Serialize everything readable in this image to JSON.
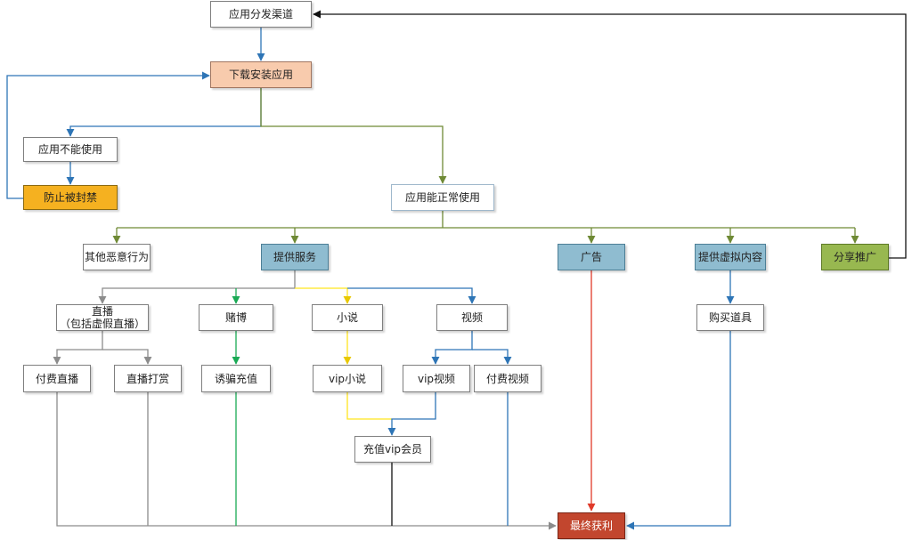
{
  "diagram": {
    "nodes": {
      "app_distribution": "应用分发渠道",
      "download_install": "下载安装应用",
      "app_unusable": "应用不能使用",
      "prevent_ban": "防止被封禁",
      "app_usable": "应用能正常使用",
      "other_malicious": "其他恶意行为",
      "provide_service": "提供服务",
      "ads": "广告",
      "virtual_content": "提供虚拟内容",
      "share_promote": "分享推广",
      "live_line1": "直播",
      "live_line2": "（包括虚假直播）",
      "gambling": "赌博",
      "novel": "小说",
      "video": "视频",
      "buy_props": "购买道具",
      "paid_live": "付费直播",
      "live_tips": "直播打赏",
      "fraud_recharge": "诱骗充值",
      "vip_novel": "vip小说",
      "vip_video": "vip视频",
      "paid_video": "付费视频",
      "recharge_vip": "充值vip会员",
      "final_profit": "最终获利"
    },
    "colors": {
      "blue_line": "#2e75b6",
      "olive_line": "#6f8a35",
      "gray_line": "#8c8c8c",
      "green_line": "#1aaa55",
      "yellow_line": "#ffe51f",
      "red_line": "#e03a2a",
      "black_line": "#111111"
    }
  }
}
